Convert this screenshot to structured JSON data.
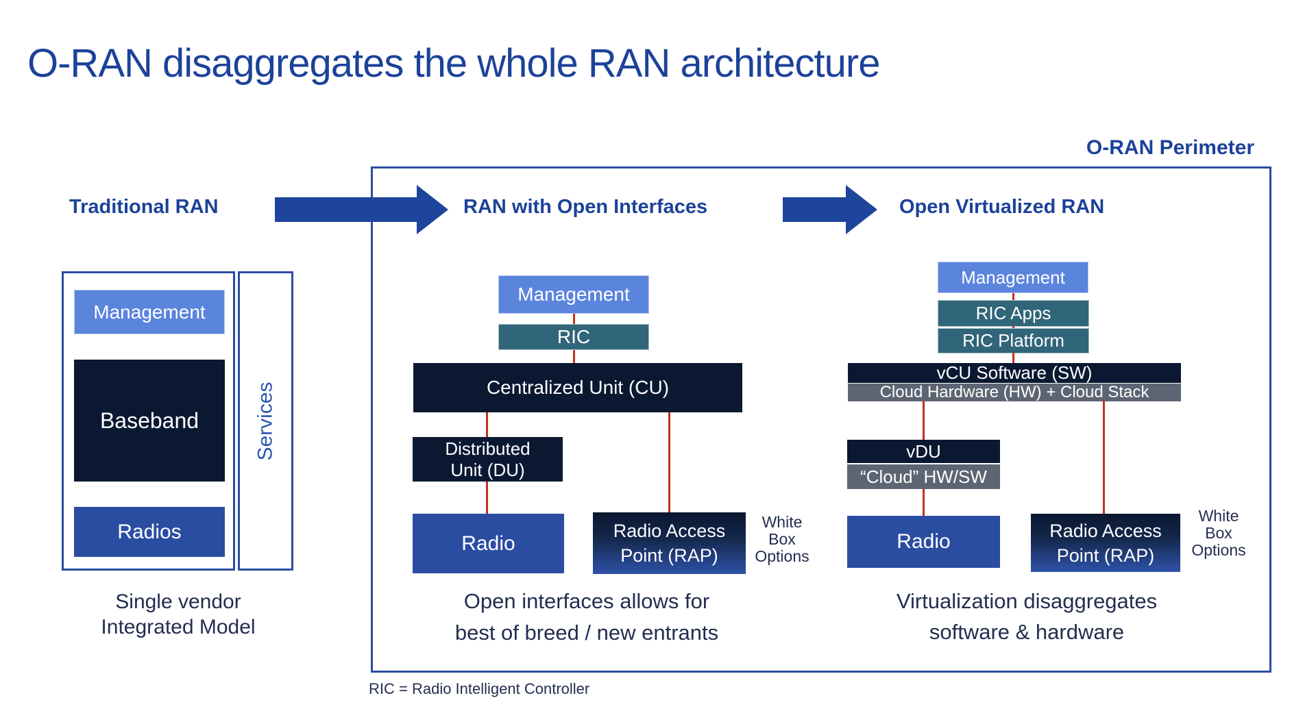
{
  "title": "O-RAN disaggregates the whole RAN architecture",
  "perimeter_label": "O-RAN Perimeter",
  "footnote": "RIC = Radio Intelligent Controller",
  "colors": {
    "heading_blue": "#1c4299",
    "caption_navy": "#232d50",
    "perimeter_border": "#2a4da2",
    "management_blue": "#5b84dd",
    "ric_teal": "#316579",
    "unit_navy": "#0b1832",
    "radio_blue": "#2b4da1",
    "cloud_gray": "#5d6573",
    "connector_red": "#c0311f",
    "arrow_blue": "#1d459c"
  },
  "sections": {
    "traditional": {
      "header": "Traditional RAN",
      "blocks": {
        "management": "Management",
        "baseband": "Baseband",
        "radios": "Radios",
        "services": "Services"
      },
      "caption_line1": "Single vendor",
      "caption_line2": "Integrated Model"
    },
    "open_interfaces": {
      "header": "RAN with Open Interfaces",
      "blocks": {
        "management": "Management",
        "ric": "RIC",
        "cu": "Centralized Unit (CU)",
        "du_line1": "Distributed",
        "du_line2": "Unit (DU)",
        "radio": "Radio",
        "rap_line1": "Radio Access",
        "rap_line2": "Point (RAP)"
      },
      "whitebox": [
        "White",
        "Box",
        "Options"
      ],
      "caption_line1": "Open interfaces allows for",
      "caption_line2": "best of breed / new entrants"
    },
    "virtualized": {
      "header": "Open Virtualized RAN",
      "blocks": {
        "management": "Management",
        "ric_apps": "RIC Apps",
        "ric_platform": "RIC Platform",
        "vcu": "vCU Software (SW)",
        "cloud_hw": "Cloud Hardware (HW) + Cloud Stack",
        "vdu": "vDU",
        "cloud_hwsw": "“Cloud” HW/SW",
        "radio": "Radio",
        "rap_line1": "Radio Access",
        "rap_line2": "Point (RAP)"
      },
      "whitebox": [
        "White",
        "Box",
        "Options"
      ],
      "caption_line1": "Virtualization disaggregates",
      "caption_line2": "software &amp; hardware"
    }
  }
}
